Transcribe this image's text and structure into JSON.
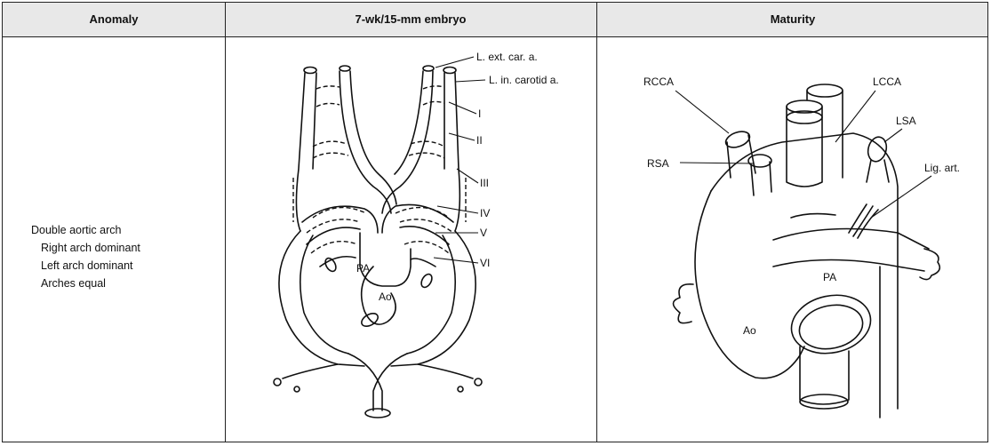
{
  "headers": {
    "anomaly": "Anomaly",
    "embryo": "7-wk/15-mm embryo",
    "maturity": "Maturity"
  },
  "anomaly": {
    "title": "Double aortic arch",
    "items": [
      "Right arch dominant",
      "Left arch dominant",
      "Arches equal"
    ]
  },
  "embryo_labels": {
    "ext_car": "L. ext. car. a.",
    "int_car": "L. in. carotid a.",
    "arch_1": "I",
    "arch_2": "II",
    "arch_3": "III",
    "arch_4": "IV",
    "arch_5": "V",
    "arch_6": "VI",
    "pa": "PA",
    "ao": "Ao"
  },
  "maturity_labels": {
    "rcca": "RCCA",
    "lcca": "LCCA",
    "lsa": "LSA",
    "rsa": "RSA",
    "lig_art": "Lig. art.",
    "pa": "PA",
    "ao": "Ao"
  }
}
